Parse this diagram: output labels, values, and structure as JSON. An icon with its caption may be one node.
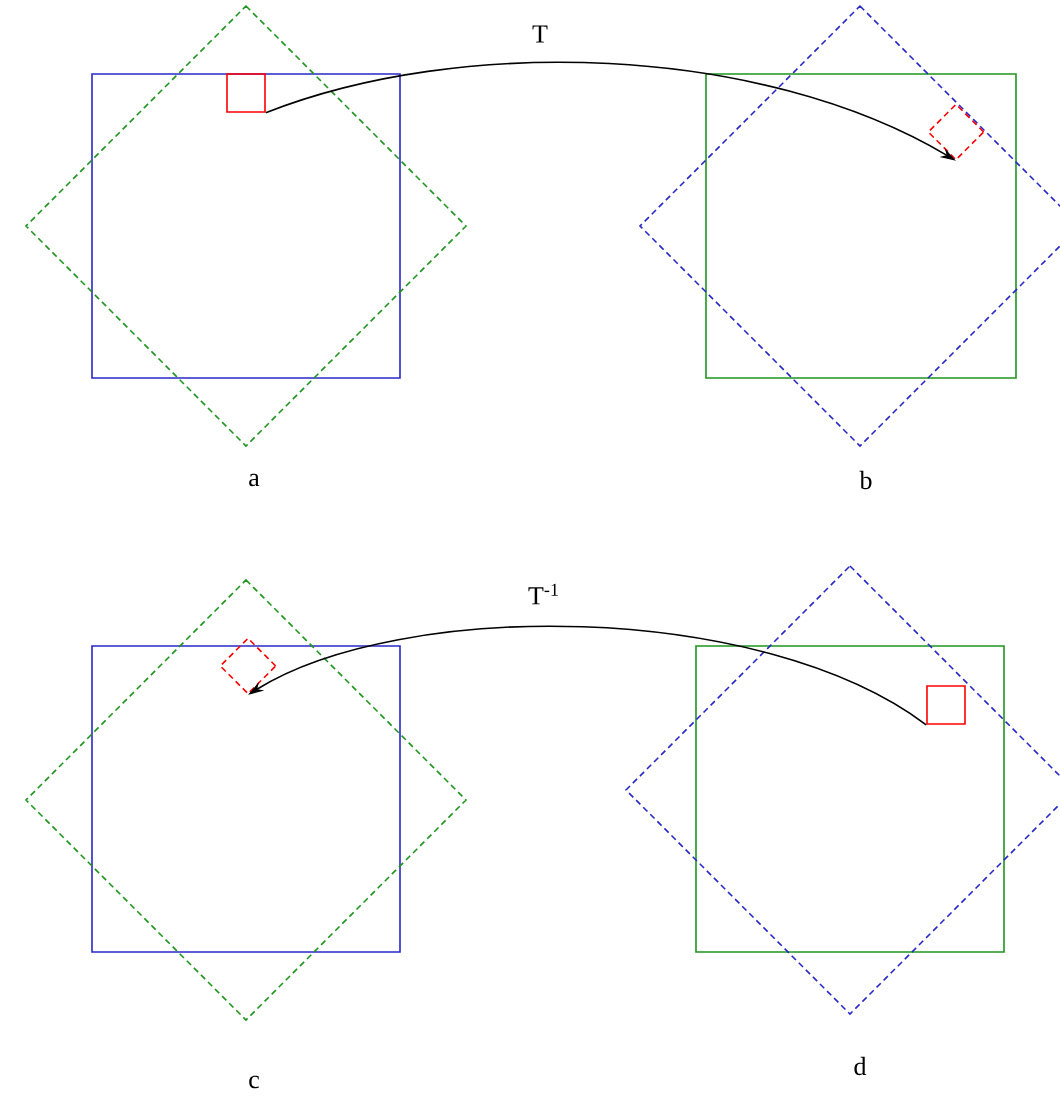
{
  "diagram": {
    "nodes": [
      {
        "text": [],
        "shape": "box"
      },
      {
        "text": [],
        "shape": "diamond"
      },
      {
        "text": [],
        "shape": "diamond"
      },
      {
        "text": [],
        "shape": "box"
      }
    ],
    "edges": [
      {
        "from": 0,
        "to": 1,
        "arrow": "to",
        "label": "T"
      },
      {
        "from": 3,
        "to": 2,
        "arrow": "to",
        "label": "T$^{-1}$"
      }
    ],
    "labels": [
      "a",
      "b",
      "c",
      "d"
    ]
  }
}
